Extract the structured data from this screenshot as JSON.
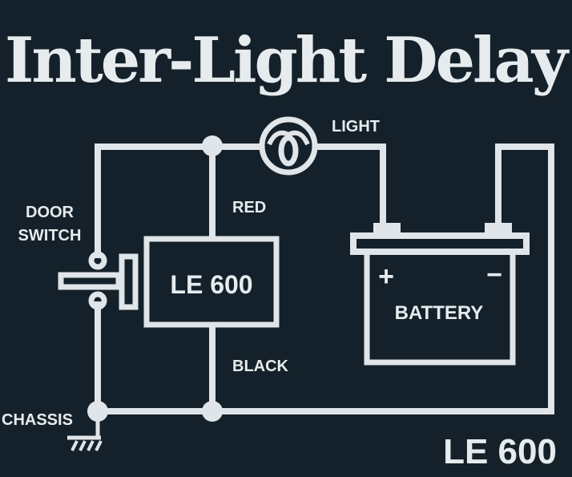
{
  "title": "Inter-Light Delay",
  "labels": {
    "light": "LIGHT",
    "door": "DOOR",
    "switch": "SWITCH",
    "red": "RED",
    "black": "BLACK",
    "chassis": "CHASSIS",
    "module": "LE 600",
    "battery": "BATTERY",
    "plus": "+",
    "minus": "−",
    "model": "LE 600"
  },
  "colors": {
    "background": "#15212a",
    "ink": "#dfe5e8"
  }
}
